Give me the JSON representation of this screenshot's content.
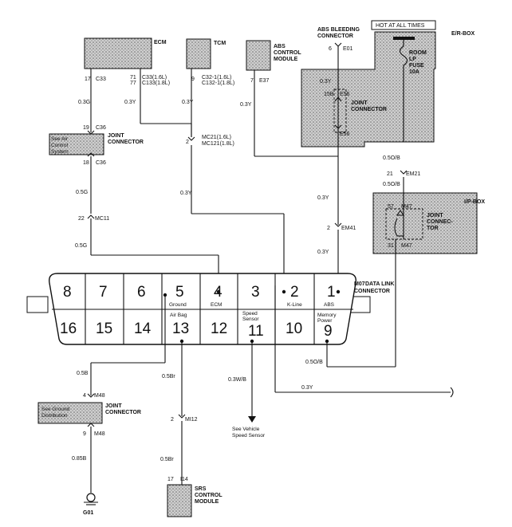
{
  "hot_label": "HOT AT ALL TIMES",
  "erbox_label": "E/R-BOX",
  "fuse": {
    "l1": "ROOM",
    "l2": "LP",
    "l3": "FUSE",
    "l4": "10A"
  },
  "ecm": {
    "title": "ECM",
    "pin_a_num": "17",
    "pin_a_code": "C33",
    "pin_b_num1": "71",
    "pin_b_code1": "C33(1.6L)",
    "pin_b_num2": "77",
    "pin_b_code2": "C133(1.8L)"
  },
  "tcm": {
    "title": "TCM",
    "pin_num": "9",
    "code1": "C32-1(1.6L)",
    "code2": "C132-1(1.8L)"
  },
  "abs_module": {
    "l1": "ABS",
    "l2": "CONTROL",
    "l3": "MODULE",
    "pin_num": "7",
    "pin_code": "E37"
  },
  "abs_bleed": {
    "l1": "ABS BLEEDING",
    "l2": "CONNECTOR",
    "pin_num": "6",
    "pin_code": "E01"
  },
  "joint_e56": {
    "l1": "JOINT",
    "l2": "CONNECTOR",
    "top_color": "0.3Y",
    "top_pin": "15B",
    "top_code": "E56",
    "bot_pin": "",
    "bot_code": "E56"
  },
  "joint_c36": {
    "l1": "JOINT",
    "l2": "CONNECTOR",
    "note1": "See Air",
    "note2": "Control",
    "note3": "System",
    "top_num": "19",
    "top_code": "C36",
    "bot_num": "18",
    "bot_code": "C36"
  },
  "mc21": {
    "num": "2",
    "code1": "MC21(1.6L)",
    "code2": "MC121(1.8L)"
  },
  "mc11": {
    "num": "22",
    "code": "MC11"
  },
  "em41": {
    "num": "2",
    "code": "EM41"
  },
  "em21": {
    "num": "21",
    "code": "EM21"
  },
  "ipbox": {
    "label": "I/P-BOX",
    "j1": "JOINT",
    "j2": "CONNEC-",
    "j3": "TOR",
    "top_num": "57",
    "top_code": "M47",
    "bot_num": "31",
    "bot_code": "M47"
  },
  "wires": {
    "w1": "0.3G",
    "w2": "0.3Y",
    "w3": "0.3Y",
    "w4": "0.3Y",
    "w5": "0.5G",
    "w6": "0.3Y",
    "w7": "0.5G",
    "w8": "0.3Y",
    "w9": "0.5O/B",
    "w10": "0.5O/B",
    "w11": "0.3Y",
    "w12": "0.5B",
    "w13": "0.5Br",
    "w14": "0.3W/B",
    "w15": "0.5O/B",
    "w16": "0.3Y",
    "w17": "0.85B",
    "w18": "0.5Br"
  },
  "dlc": {
    "title1": "M07",
    "title2": "DATA LINK",
    "title3": "CONNECTOR",
    "top_pins": [
      "8",
      "7",
      "6",
      "5",
      "4",
      "3",
      "2",
      "1"
    ],
    "bottom_pins": [
      "16",
      "15",
      "14",
      "13",
      "12",
      "11",
      "10",
      "9"
    ],
    "labels": {
      "ground": "Ground",
      "ecm": "ECM",
      "kline": "K-Line",
      "abs": "ABS",
      "airbag": "Air Bag",
      "speed1": "Speed",
      "speed2": "Sensor",
      "mem1": "Memory",
      "mem2": "Power"
    }
  },
  "joint_m48": {
    "l1": "JOINT",
    "l2": "CONNECTOR",
    "note1": "See Ground",
    "note2": "Distribution",
    "top_num": "4",
    "top_code": "M48",
    "bot_num": "9",
    "bot_code": "M48"
  },
  "mi12": {
    "num": "2",
    "code": "MI12"
  },
  "speed_note": {
    "l1": "See Vehicle",
    "l2": "Speed Sensor"
  },
  "ground": {
    "label": "G01"
  },
  "srs": {
    "pin_num": "17",
    "pin_code": "I14",
    "l1": "SRS",
    "l2": "CONTROL",
    "l3": "MODULE"
  }
}
